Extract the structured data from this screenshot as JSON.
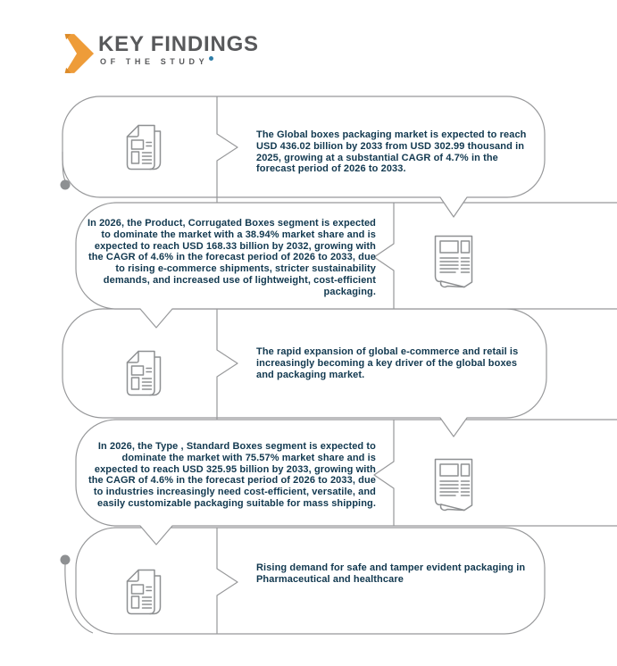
{
  "header": {
    "title": "KEY FINDINGS",
    "subtitle": "OF THE STUDY",
    "logo_icon": "orange-chevron-arrow-icon",
    "colors": {
      "logo_orange": "#ee9c39",
      "heading_gray": "#58595b",
      "subtitle_dot_blue": "#2e7da7"
    }
  },
  "diagram": {
    "outline_color": "#97989a",
    "icon_color": "#8e9092",
    "text_color": "#11384f",
    "connector_elements": [
      "vertical-rail-with-chevron",
      "speech-bubble-tail",
      "dot-connector"
    ]
  },
  "findings": [
    {
      "icon": "newspaper-icon",
      "layout": "icon-left-text-right",
      "text": "The Global boxes packaging market is expected to reach USD 436.02 billion by 2033 from USD 302.99 thousand in 2025, growing at a substantial CAGR of 4.7% in the forecast period of 2026 to 2033."
    },
    {
      "icon": "document-icon",
      "layout": "text-left-icon-right",
      "text": "In 2026, the Product, Corrugated Boxes segment is expected to dominate the market with a 38.94% market share and is expected to reach USD 168.33 billion by 2032, growing with the CAGR of 4.6% in the forecast period of 2026 to 2033, due to rising e-commerce shipments, stricter sustainability demands, and increased use of lightweight, cost-efficient packaging."
    },
    {
      "icon": "newspaper-icon",
      "layout": "icon-left-text-right",
      "text": "The rapid expansion of global e-commerce and retail is increasingly becoming a key driver of the global boxes and packaging market."
    },
    {
      "icon": "document-icon",
      "layout": "text-left-icon-right",
      "text": "In 2026, the Type , Standard Boxes segment is expected to dominate the market with 75.57% market share and is expected to reach USD 325.95 billion by 2033, growing with the CAGR of 4.6% in the forecast period of 2026 to 2033, due to industries increasingly need cost-efficient, versatile, and easily customizable packaging suitable for mass shipping."
    },
    {
      "icon": "newspaper-icon",
      "layout": "icon-left-text-right",
      "text": "Rising demand for safe and tamper evident packaging in Pharmaceutical and healthcare"
    }
  ]
}
